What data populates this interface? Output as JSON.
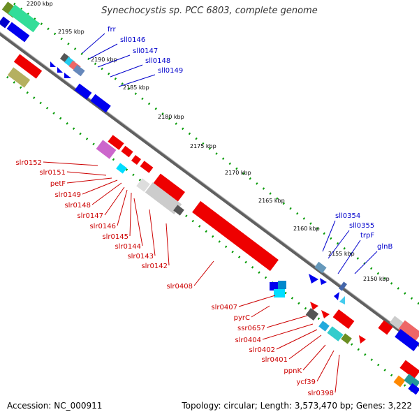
{
  "title": "Synechocystis sp. PCC 6803, complete genome",
  "footer": {
    "accession": "Accession: NC_000911",
    "summary": "Topology: circular; Length: 3,573,470 bp; Genes: 3,222"
  },
  "ticks": [
    "2200 kbp",
    "2195 kbp",
    "2190 kbp",
    "2185 kbp",
    "2180 kbp",
    "2175 kbp",
    "2170 kbp",
    "2165 kbp",
    "2160 kbp",
    "2155 kbp",
    "2150 kbp"
  ],
  "colors": {
    "forward": "#ff0000",
    "reverse": "#0000ff",
    "backbone": "#777777",
    "tick_dots": "#009900"
  },
  "top_labels": [
    "frr",
    "sll0146",
    "sll0147",
    "sll0148",
    "sll0149"
  ],
  "right_labels": [
    "sll0354",
    "sll0355",
    "trpF",
    "glnB"
  ],
  "left_labels": [
    "slr0152",
    "slr0151",
    "petF",
    "slr0149",
    "slr0148",
    "slr0147",
    "slr0146",
    "slr0145",
    "slr0144",
    "slr0143",
    "slr0142",
    "slr0408"
  ],
  "bottom_labels": [
    "slr0407",
    "pyrC",
    "ssr0657",
    "slr0404",
    "slr0402",
    "slr0401",
    "ppnK",
    "ycf39",
    "slr0398"
  ]
}
